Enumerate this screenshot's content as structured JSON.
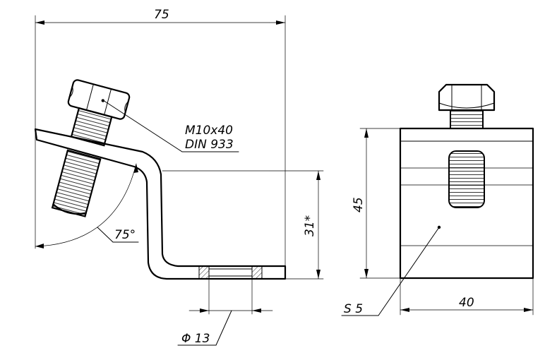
{
  "labels": {
    "overall_width": "75",
    "bolt_size": "M10x40",
    "bolt_standard": "DIN 933",
    "angle": "75°",
    "height": "31*",
    "hole_diameter": "Φ 13",
    "block_height": "45",
    "block_width": "40",
    "thickness": "S 5"
  },
  "colors": {
    "line": "#000000",
    "background": "#ffffff"
  }
}
